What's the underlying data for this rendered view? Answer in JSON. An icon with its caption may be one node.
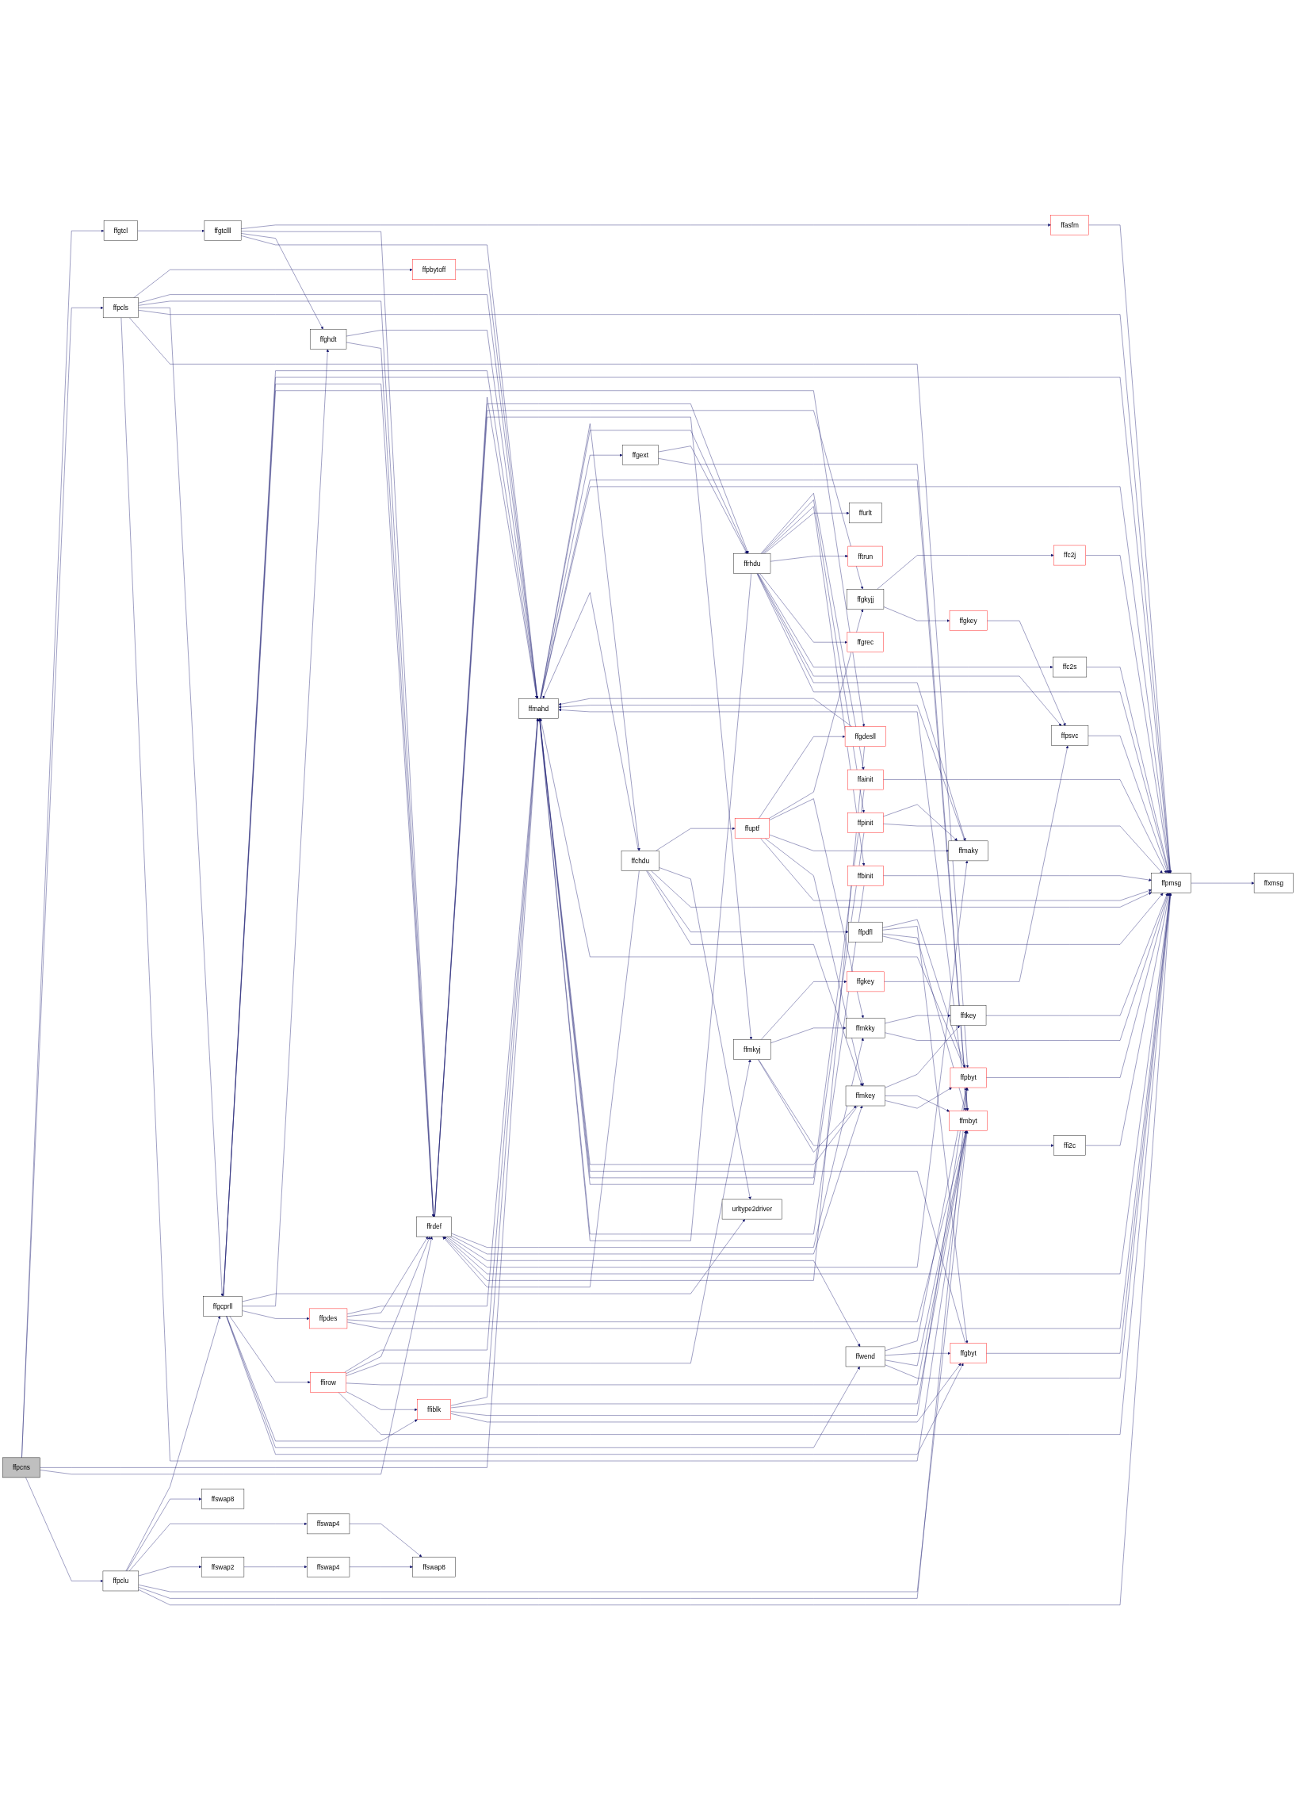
{
  "diagram": {
    "nodes": [
      {
        "text": [
          "ffpcns"
        ]
      },
      {
        "text": [
          "ffgtcl"
        ]
      },
      {
        "text": [
          "ffpcls"
        ]
      },
      {
        "text": [
          "ffpclu"
        ]
      },
      {
        "text": [
          "ffgtclll"
        ]
      },
      {
        "text": [
          "ffpbytoff"
        ]
      },
      {
        "text": [
          "ffgcprll"
        ]
      },
      {
        "text": [
          "ffswap8"
        ]
      },
      {
        "text": [
          "ffswap4"
        ]
      },
      {
        "text": [
          "ffswap2"
        ]
      },
      {
        "text": [
          "ffswap4"
        ]
      },
      {
        "text": [
          "ffswap8"
        ]
      },
      {
        "text": [
          "ffmahd"
        ]
      },
      {
        "text": [
          "ffghdt"
        ]
      },
      {
        "text": [
          "ffchdu"
        ]
      },
      {
        "text": [
          "ffpdes"
        ]
      },
      {
        "text": [
          "ffirow"
        ]
      },
      {
        "text": [
          "ffiblk"
        ]
      },
      {
        "text": [
          "ffasfm"
        ]
      },
      {
        "text": [
          "ffuptf"
        ]
      },
      {
        "text": [
          "urltype2driver"
        ]
      },
      {
        "text": [
          "ffgdesll"
        ]
      },
      {
        "text": [
          "ffrdef"
        ]
      },
      {
        "text": [
          "ffgext"
        ]
      },
      {
        "text": [
          "ffrhdu"
        ]
      },
      {
        "text": [
          "ffgkyjj"
        ]
      },
      {
        "text": [
          "ffmkyj"
        ]
      },
      {
        "text": [
          "ffmkey"
        ]
      },
      {
        "text": [
          "ffpdfl"
        ]
      },
      {
        "text": [
          "ffwend"
        ]
      },
      {
        "text": [
          "ffainit"
        ]
      },
      {
        "text": [
          "ffpinit"
        ]
      },
      {
        "text": [
          "ffbinit"
        ]
      },
      {
        "text": [
          "ffurlt"
        ]
      },
      {
        "text": [
          "fftrun"
        ]
      },
      {
        "text": [
          "ffgrec"
        ]
      },
      {
        "text": [
          "ffc2j"
        ]
      },
      {
        "text": [
          "ffgkey"
        ]
      },
      {
        "text": [
          "ffgkey"
        ]
      },
      {
        "text": [
          "ffmkky"
        ]
      },
      {
        "text": [
          "ffmaky"
        ]
      },
      {
        "text": [
          "ffc2s"
        ]
      },
      {
        "text": [
          "ffpsvc"
        ]
      },
      {
        "text": [
          "fftkey"
        ]
      },
      {
        "text": [
          "ffi2c"
        ]
      },
      {
        "text": [
          "ffmbyt"
        ]
      },
      {
        "text": [
          "ffpbyt"
        ]
      },
      {
        "text": [
          "ffgbyt"
        ]
      },
      {
        "text": [
          "ffpmsg"
        ]
      },
      {
        "text": [
          "ffxmsg"
        ]
      }
    ],
    "edges": [
      {
        "from": 0,
        "to": 1,
        "arrow": "to"
      },
      {
        "from": 0,
        "to": 2,
        "arrow": "to"
      },
      {
        "from": 0,
        "to": 12,
        "arrow": "to"
      },
      {
        "from": 0,
        "to": 22,
        "arrow": "to"
      },
      {
        "from": 0,
        "to": 3,
        "arrow": "to"
      },
      {
        "from": 1,
        "to": 4,
        "arrow": "to"
      },
      {
        "from": 2,
        "to": 5,
        "arrow": "to"
      },
      {
        "from": 2,
        "to": 12,
        "arrow": "to"
      },
      {
        "from": 2,
        "to": 22,
        "arrow": "to"
      },
      {
        "from": 2,
        "to": 6,
        "arrow": "to"
      },
      {
        "from": 2,
        "to": 48,
        "arrow": "to"
      },
      {
        "from": 2,
        "to": 46,
        "arrow": "to"
      },
      {
        "from": 2,
        "to": 45,
        "arrow": "to"
      },
      {
        "from": 3,
        "to": 6,
        "arrow": "to"
      },
      {
        "from": 3,
        "to": 7,
        "arrow": "to"
      },
      {
        "from": 3,
        "to": 8,
        "arrow": "to"
      },
      {
        "from": 3,
        "to": 9,
        "arrow": "to"
      },
      {
        "from": 3,
        "to": 45,
        "arrow": "to"
      },
      {
        "from": 3,
        "to": 46,
        "arrow": "to"
      },
      {
        "from": 3,
        "to": 48,
        "arrow": "to"
      },
      {
        "from": 4,
        "to": 18,
        "arrow": "to"
      },
      {
        "from": 4,
        "to": 22,
        "arrow": "to"
      },
      {
        "from": 4,
        "to": 13,
        "arrow": "to"
      },
      {
        "from": 4,
        "to": 12,
        "arrow": "to"
      },
      {
        "from": 5,
        "to": 12,
        "arrow": "to"
      },
      {
        "from": 6,
        "to": 12,
        "arrow": "to"
      },
      {
        "from": 6,
        "to": 48,
        "arrow": "to"
      },
      {
        "from": 6,
        "to": 22,
        "arrow": "to"
      },
      {
        "from": 6,
        "to": 21,
        "arrow": "to"
      },
      {
        "from": 6,
        "to": 20,
        "arrow": "to"
      },
      {
        "from": 6,
        "to": 13,
        "arrow": "to"
      },
      {
        "from": 6,
        "to": 15,
        "arrow": "to"
      },
      {
        "from": 6,
        "to": 16,
        "arrow": "to"
      },
      {
        "from": 6,
        "to": 17,
        "arrow": "to"
      },
      {
        "from": 6,
        "to": 29,
        "arrow": "to"
      },
      {
        "from": 6,
        "to": 47,
        "arrow": "to"
      },
      {
        "from": 8,
        "to": 11,
        "arrow": "to"
      },
      {
        "from": 9,
        "to": 10,
        "arrow": "to"
      },
      {
        "from": 10,
        "to": 11,
        "arrow": "to"
      },
      {
        "from": 12,
        "to": 14,
        "arrow": "to"
      },
      {
        "from": 12,
        "to": 24,
        "arrow": "to"
      },
      {
        "from": 12,
        "to": 23,
        "arrow": "to"
      },
      {
        "from": 12,
        "to": 45,
        "arrow": "to"
      },
      {
        "from": 12,
        "to": 48,
        "arrow": "to"
      },
      {
        "from": 13,
        "to": 12,
        "arrow": "to"
      },
      {
        "from": 13,
        "to": 22,
        "arrow": "to"
      },
      {
        "from": 14,
        "to": 12,
        "arrow": "to"
      },
      {
        "from": 14,
        "to": 19,
        "arrow": "to"
      },
      {
        "from": 14,
        "to": 20,
        "arrow": "to"
      },
      {
        "from": 14,
        "to": 22,
        "arrow": "to"
      },
      {
        "from": 14,
        "to": 48,
        "arrow": "to"
      },
      {
        "from": 14,
        "to": 28,
        "arrow": "to"
      },
      {
        "from": 14,
        "to": 27,
        "arrow": "to"
      },
      {
        "from": 15,
        "to": 12,
        "arrow": "to"
      },
      {
        "from": 15,
        "to": 22,
        "arrow": "to"
      },
      {
        "from": 15,
        "to": 45,
        "arrow": "to"
      },
      {
        "from": 15,
        "to": 48,
        "arrow": "to"
      },
      {
        "from": 16,
        "to": 12,
        "arrow": "to"
      },
      {
        "from": 16,
        "to": 22,
        "arrow": "to"
      },
      {
        "from": 16,
        "to": 26,
        "arrow": "to"
      },
      {
        "from": 16,
        "to": 45,
        "arrow": "to"
      },
      {
        "from": 16,
        "to": 17,
        "arrow": "to"
      },
      {
        "from": 16,
        "to": 48,
        "arrow": "to"
      },
      {
        "from": 17,
        "to": 12,
        "arrow": "to"
      },
      {
        "from": 17,
        "to": 45,
        "arrow": "to"
      },
      {
        "from": 17,
        "to": 46,
        "arrow": "to"
      },
      {
        "from": 17,
        "to": 47,
        "arrow": "to"
      },
      {
        "from": 18,
        "to": 48,
        "arrow": "to"
      },
      {
        "from": 19,
        "to": 21,
        "arrow": "to"
      },
      {
        "from": 19,
        "to": 25,
        "arrow": "to"
      },
      {
        "from": 19,
        "to": 39,
        "arrow": "to"
      },
      {
        "from": 19,
        "to": 40,
        "arrow": "to"
      },
      {
        "from": 19,
        "to": 27,
        "arrow": "to"
      },
      {
        "from": 19,
        "to": 48,
        "arrow": "to"
      },
      {
        "from": 21,
        "to": 22,
        "arrow": "to"
      },
      {
        "from": 21,
        "to": 12,
        "arrow": "to"
      },
      {
        "from": 22,
        "to": 12,
        "arrow": "to"
      },
      {
        "from": 22,
        "to": 24,
        "arrow": "to"
      },
      {
        "from": 22,
        "to": 25,
        "arrow": "to"
      },
      {
        "from": 22,
        "to": 26,
        "arrow": "to"
      },
      {
        "from": 22,
        "to": 39,
        "arrow": "to"
      },
      {
        "from": 22,
        "to": 27,
        "arrow": "to"
      },
      {
        "from": 22,
        "to": 29,
        "arrow": "to"
      },
      {
        "from": 22,
        "to": 40,
        "arrow": "to"
      },
      {
        "from": 22,
        "to": 48,
        "arrow": "to"
      },
      {
        "from": 23,
        "to": 24,
        "arrow": "to"
      },
      {
        "from": 23,
        "to": 45,
        "arrow": "to"
      },
      {
        "from": 24,
        "to": 30,
        "arrow": "to"
      },
      {
        "from": 24,
        "to": 31,
        "arrow": "to"
      },
      {
        "from": 24,
        "to": 32,
        "arrow": "to"
      },
      {
        "from": 24,
        "to": 33,
        "arrow": "to"
      },
      {
        "from": 24,
        "to": 34,
        "arrow": "to"
      },
      {
        "from": 24,
        "to": 35,
        "arrow": "to"
      },
      {
        "from": 24,
        "to": 41,
        "arrow": "to"
      },
      {
        "from": 24,
        "to": 42,
        "arrow": "to"
      },
      {
        "from": 24,
        "to": 40,
        "arrow": "to"
      },
      {
        "from": 24,
        "to": 48,
        "arrow": "to"
      },
      {
        "from": 24,
        "to": 12,
        "arrow": "to"
      },
      {
        "from": 25,
        "to": 36,
        "arrow": "to"
      },
      {
        "from": 25,
        "to": 37,
        "arrow": "to"
      },
      {
        "from": 26,
        "to": 38,
        "arrow": "to"
      },
      {
        "from": 26,
        "to": 39,
        "arrow": "to"
      },
      {
        "from": 26,
        "to": 44,
        "arrow": "to"
      },
      {
        "from": 26,
        "to": 27,
        "arrow": "to"
      },
      {
        "from": 27,
        "to": 43,
        "arrow": "to"
      },
      {
        "from": 27,
        "to": 45,
        "arrow": "to"
      },
      {
        "from": 27,
        "to": 46,
        "arrow": "to"
      },
      {
        "from": 27,
        "to": 12,
        "arrow": "to"
      },
      {
        "from": 28,
        "to": 46,
        "arrow": "to"
      },
      {
        "from": 28,
        "to": 47,
        "arrow": "to"
      },
      {
        "from": 28,
        "to": 45,
        "arrow": "to"
      },
      {
        "from": 28,
        "to": 48,
        "arrow": "to"
      },
      {
        "from": 29,
        "to": 46,
        "arrow": "to"
      },
      {
        "from": 29,
        "to": 47,
        "arrow": "to"
      },
      {
        "from": 29,
        "to": 45,
        "arrow": "to"
      },
      {
        "from": 29,
        "to": 48,
        "arrow": "to"
      },
      {
        "from": 30,
        "to": 12,
        "arrow": "to"
      },
      {
        "from": 30,
        "to": 48,
        "arrow": "to"
      },
      {
        "from": 31,
        "to": 12,
        "arrow": "to"
      },
      {
        "from": 31,
        "to": 40,
        "arrow": "to"
      },
      {
        "from": 31,
        "to": 48,
        "arrow": "to"
      },
      {
        "from": 32,
        "to": 12,
        "arrow": "to"
      },
      {
        "from": 32,
        "to": 48,
        "arrow": "to"
      },
      {
        "from": 36,
        "to": 48,
        "arrow": "to"
      },
      {
        "from": 37,
        "to": 42,
        "arrow": "to"
      },
      {
        "from": 38,
        "to": 42,
        "arrow": "to"
      },
      {
        "from": 39,
        "to": 43,
        "arrow": "to"
      },
      {
        "from": 39,
        "to": 48,
        "arrow": "to"
      },
      {
        "from": 40,
        "to": 12,
        "arrow": "to"
      },
      {
        "from": 41,
        "to": 48,
        "arrow": "to"
      },
      {
        "from": 42,
        "to": 48,
        "arrow": "to"
      },
      {
        "from": 43,
        "to": 48,
        "arrow": "to"
      },
      {
        "from": 44,
        "to": 48,
        "arrow": "to"
      },
      {
        "from": 45,
        "to": 12,
        "arrow": "to"
      },
      {
        "from": 46,
        "to": 12,
        "arrow": "to"
      },
      {
        "from": 46,
        "to": 48,
        "arrow": "to"
      },
      {
        "from": 47,
        "to": 12,
        "arrow": "to"
      },
      {
        "from": 47,
        "to": 48,
        "arrow": "to"
      },
      {
        "from": 48,
        "to": 49,
        "arrow": "to"
      }
    ]
  }
}
